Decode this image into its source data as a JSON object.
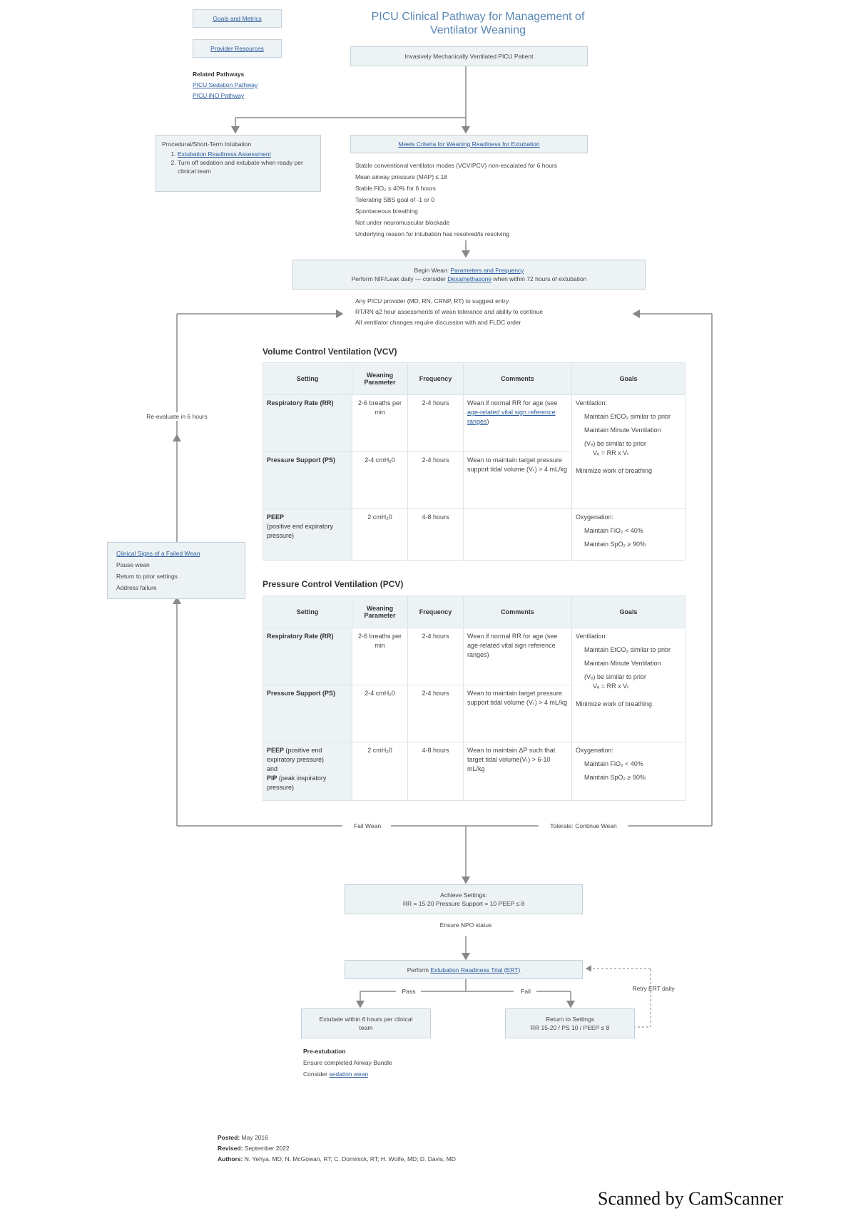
{
  "header": {
    "title_line1": "PICU Clinical Pathway for Management of",
    "title_line2": "Ventilator Weaning",
    "goals_button": "Goals and Metrics",
    "provider_button": "Provider Resources",
    "related_heading": "Related Pathways",
    "related_links": [
      "PICU Sedation Pathway",
      "PICU iNO Pathway"
    ]
  },
  "flow": {
    "start": "Invasively Mechanically Ventilated PICU Patient",
    "procedural": {
      "heading": "Procedural/Short-Term Intubation",
      "step1": "Extubation Readiness Assessment",
      "step2": "Turn off sedation and extubate when ready per clinical team"
    },
    "criteria": {
      "heading": "Meets Criteria for Weaning Readiness for Extubation",
      "items": [
        "Stable conventional ventilator modes (VCV/PCV) non-escalated for 6 hours",
        "Mean airway pressure (MAP) ≤ 18",
        "Stable FiO₂ ≤ 40% for 6 hours",
        "Tolerating SBS goal of -1 or 0",
        "Spontaneous breathing",
        "Not under neuromuscular blockade",
        "Underlying reason for intubation has resolved/is resolving"
      ]
    },
    "begin": {
      "prefix": "Begin Wean: ",
      "link": "Parameters and Frequency",
      "line2_prefix": "Perform NIF/Leak daily — consider ",
      "line2_link": "Dexamethasone",
      "line2_suffix": " when within 72 hours of extubation"
    },
    "notes": [
      "Any PICU provider (MD, RN, CRNP, RT) to suggest entry",
      "RT/RN q2 hour assessments of wean tolerance and ability to continue",
      "All ventilator changes require discussion with and FLDC order"
    ],
    "reevaluate": "Re-evaluate in 6 hours",
    "failed": {
      "link": "Clinical Signs of a Failed Wean",
      "items": [
        "Pause wean",
        "Return to prior settings",
        "Address failure"
      ]
    },
    "fail_wean": "Fail Wean",
    "tolerate": "Tolerate: Continue Wean",
    "achieve": {
      "line1": "Achieve Settings:",
      "line2": "RR = 15-20 Pressure Support = 10 PEEP ≤ 8"
    },
    "npo": "Ensure NPO status",
    "ert": {
      "prefix": "Perform ",
      "link": "Extubation Readiness Trial (ERT)"
    },
    "pass": "Pass",
    "fail": "Fail",
    "retry": "Retry ERT daily",
    "extubate": "Extubate within 6 hours per clinical team",
    "return": {
      "line1": "Return to Settings",
      "line2": "RR 15-20 / PS 10 / PEEP ≤ 8"
    },
    "pre_extubation": {
      "heading": "Pre-extubation",
      "line1": "Ensure completed Airway Bundle",
      "line2_prefix": "Consider ",
      "line2_link": "sedation wean"
    }
  },
  "tables": {
    "headers": [
      "Setting",
      "Weaning Parameter",
      "Frequency",
      "Comments",
      "Goals"
    ],
    "vcv": {
      "title": "Volume Control Ventilation (VCV)",
      "rows": [
        {
          "setting": "Respiratory Rate (RR)",
          "param": "2-6 breaths per min",
          "freq": "2-4 hours",
          "comment_prefix": "Wean if normal RR for age (see ",
          "comment_link": "age-related vital sign reference ranges",
          "comment_suffix": ")"
        },
        {
          "setting": "Pressure Support (PS)",
          "param": "2-4 cmH₂0",
          "freq": "2-4 hours",
          "comment": "Wean to maintain target pressure support tidal volume (Vₜ) > 4 mL/kg"
        },
        {
          "setting": "PEEP",
          "setting_sub": "(positive end expiratory pressure)",
          "param": "2 cmH₂0",
          "freq": "4-8 hours",
          "comment": ""
        }
      ],
      "goals": {
        "vent_head": "Ventilation:",
        "g1": "Maintain EtCO₂ similar to prior",
        "g2": "Maintain Minute Ventilation",
        "g3": "(Vₑ) be similar to prior",
        "g3b": "Vₑ = RR x Vₜ",
        "g4": "Minimize work of breathing",
        "oxy_head": "Oxygenation:",
        "o1": "Maintain FiO₂ < 40%",
        "o2": "Maintain SpO₂ ≥ 90%"
      }
    },
    "pcv": {
      "title": "Pressure Control Ventilation (PCV)",
      "rows": [
        {
          "setting": "Respiratory Rate (RR)",
          "param": "2-6 breaths per min",
          "freq": "2-4 hours",
          "comment": "Wean if normal RR for age (see age-related vital sign reference ranges)"
        },
        {
          "setting": "Pressure Support (PS)",
          "param": "2-4 cmH₂0",
          "freq": "2-4 hours",
          "comment": "Wean to maintain target pressure support tidal volume (Vₜ) > 4 mL/kg"
        },
        {
          "setting": "PEEP",
          "setting_sub": "(positive end expiratory pressure)",
          "and": "and",
          "setting2": "PIP",
          "setting2_sub": "(peak inspiratory pressure)",
          "param": "2 cmH₂0",
          "freq": "4-8 hours",
          "comment": "Wean to maintain ΔP such that target tidal volume(Vₜ) > 6-10 mL/kg"
        }
      ],
      "goals": {
        "vent_head": "Ventilation:",
        "g1": "Maintain EtCO₂ similar to prior",
        "g2": "Maintain Minute Ventilation",
        "g3": "(Vₑ) be similar to prior",
        "g3b": "Vₑ = RR x Vₜ",
        "g4": "Minimize work of breathing",
        "oxy_head": "Oxygenation:",
        "o1": "Maintain FiO₂ < 40%",
        "o2": "Maintain SpO₂ ≥ 90%"
      }
    }
  },
  "footer": {
    "posted_label": "Posted:",
    "posted": "May 2016",
    "revised_label": "Revised:",
    "revised": "September 2022",
    "authors_label": "Authors:",
    "authors": "N. Yehya, MD; N. McGowan, RT; C. Dominick, RT; H. Wolfe, MD; D. Davis, MD"
  },
  "watermark": "Scanned by CamScanner"
}
